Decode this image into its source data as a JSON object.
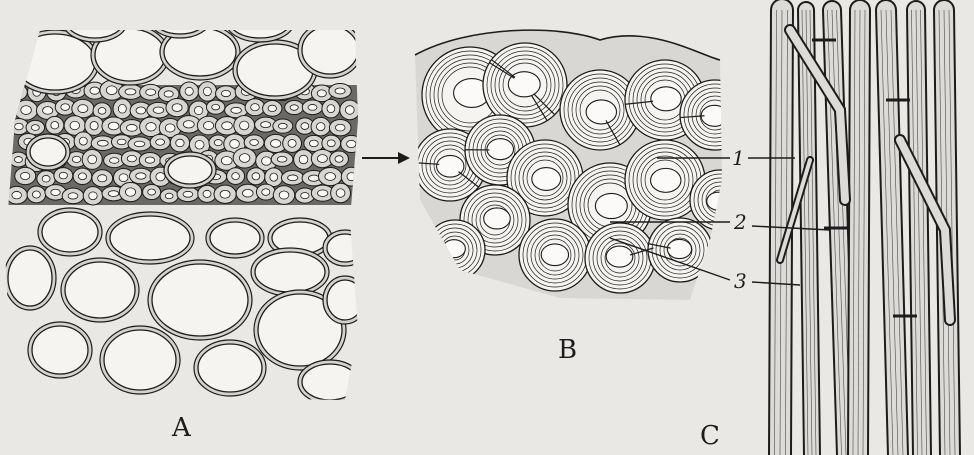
{
  "panels": {
    "a": {
      "label": "A"
    },
    "b": {
      "label": "B"
    },
    "c": {
      "label": "C"
    }
  },
  "callouts": [
    {
      "id": "1",
      "label": "1"
    },
    {
      "id": "2",
      "label": "2"
    },
    {
      "id": "3",
      "label": "3"
    }
  ],
  "colors": {
    "ink": "#1c1c1c",
    "paper": "#eae8e5",
    "cell": "#f5f4f1"
  }
}
